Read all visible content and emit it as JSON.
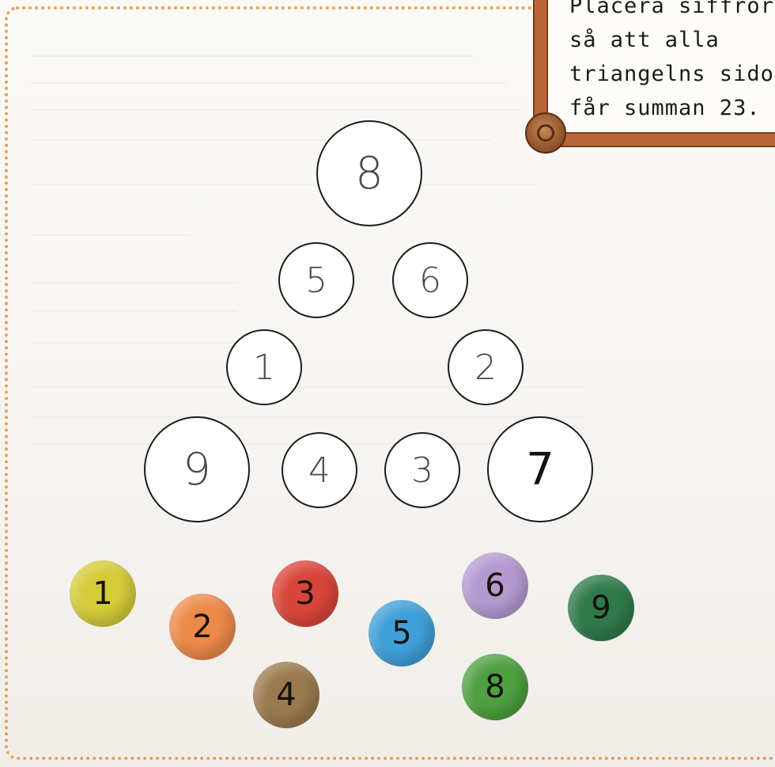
{
  "instructions": {
    "lines": [
      "Placera siffrorna",
      "så att alla",
      "triangelns sidor",
      "får summan 23."
    ]
  },
  "triangle": {
    "circles": [
      {
        "id": "top",
        "value": "8"
      },
      {
        "id": "left-2",
        "value": "5"
      },
      {
        "id": "right-2",
        "value": "6"
      },
      {
        "id": "left-3",
        "value": "1"
      },
      {
        "id": "right-3",
        "value": "2"
      },
      {
        "id": "bottom-left-corner",
        "value": "9"
      },
      {
        "id": "bottom-2",
        "value": "4"
      },
      {
        "id": "bottom-3",
        "value": "3"
      },
      {
        "id": "bottom-right-corner",
        "value": "7"
      }
    ]
  },
  "balls": [
    {
      "value": "1",
      "color": "#d4cc3a"
    },
    {
      "value": "2",
      "color": "#ec8a4a"
    },
    {
      "value": "3",
      "color": "#d8453a"
    },
    {
      "value": "4",
      "color": "#9a7a4e"
    },
    {
      "value": "5",
      "color": "#3f9fd8"
    },
    {
      "value": "6",
      "color": "#b59ad0"
    },
    {
      "value": "8",
      "color": "#4ea040"
    },
    {
      "value": "9",
      "color": "#2f7a4a"
    }
  ],
  "colors": {
    "border": "#e9a054",
    "frame": "#b8653a",
    "circle_stroke": "#1c1c1c"
  }
}
